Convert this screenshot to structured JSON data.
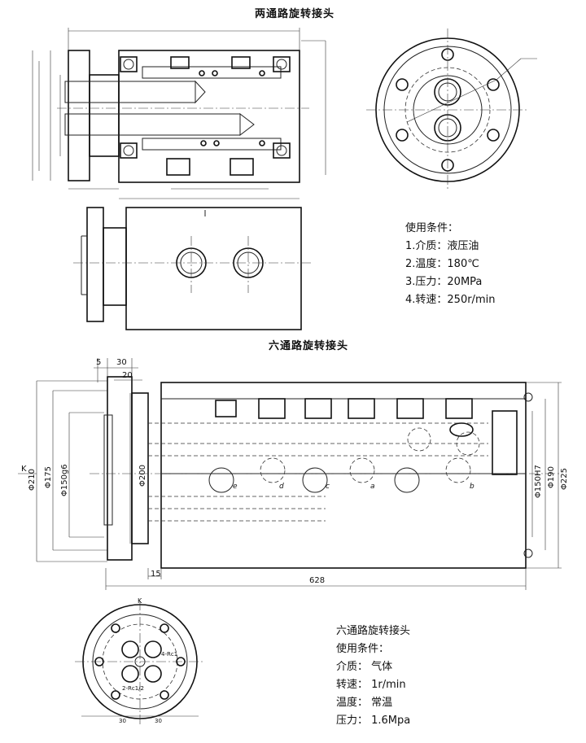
{
  "drawing1": {
    "title": "两通路旋转接头",
    "conditions_heading": "使用条件：",
    "conditions": [
      "1.介质：液压油",
      "2.温度：180℃",
      "3.压力：20MPa",
      "4.转速：250r/min"
    ]
  },
  "drawing2": {
    "title": "六通路旋转接头",
    "dimensions": {
      "d5": "5",
      "d30": "30",
      "d20": "20",
      "d15": "15",
      "d628": "628",
      "k": "K",
      "phi210": "Φ210",
      "phi175": "Φ175",
      "phi150g6": "Φ150g6",
      "phi200": "Φ200",
      "phi150h7": "Φ150H7",
      "phi190": "Φ190",
      "phi225": "Φ225"
    },
    "port_labels": [
      "e",
      "d",
      "c",
      "a",
      "b"
    ],
    "end_view_labels": {
      "k_view": "K",
      "rc12": "2-Rc1/2",
      "rc1": "4-Rc1",
      "d30_left": "30",
      "d30_right": "30"
    },
    "spec_title": "六通路旋转接头",
    "conditions_heading": "使用条件：",
    "conditions": [
      "介质：  气体",
      "转速：  1r/min",
      "温度：  常温",
      "压力：  1.6Mpa"
    ]
  }
}
